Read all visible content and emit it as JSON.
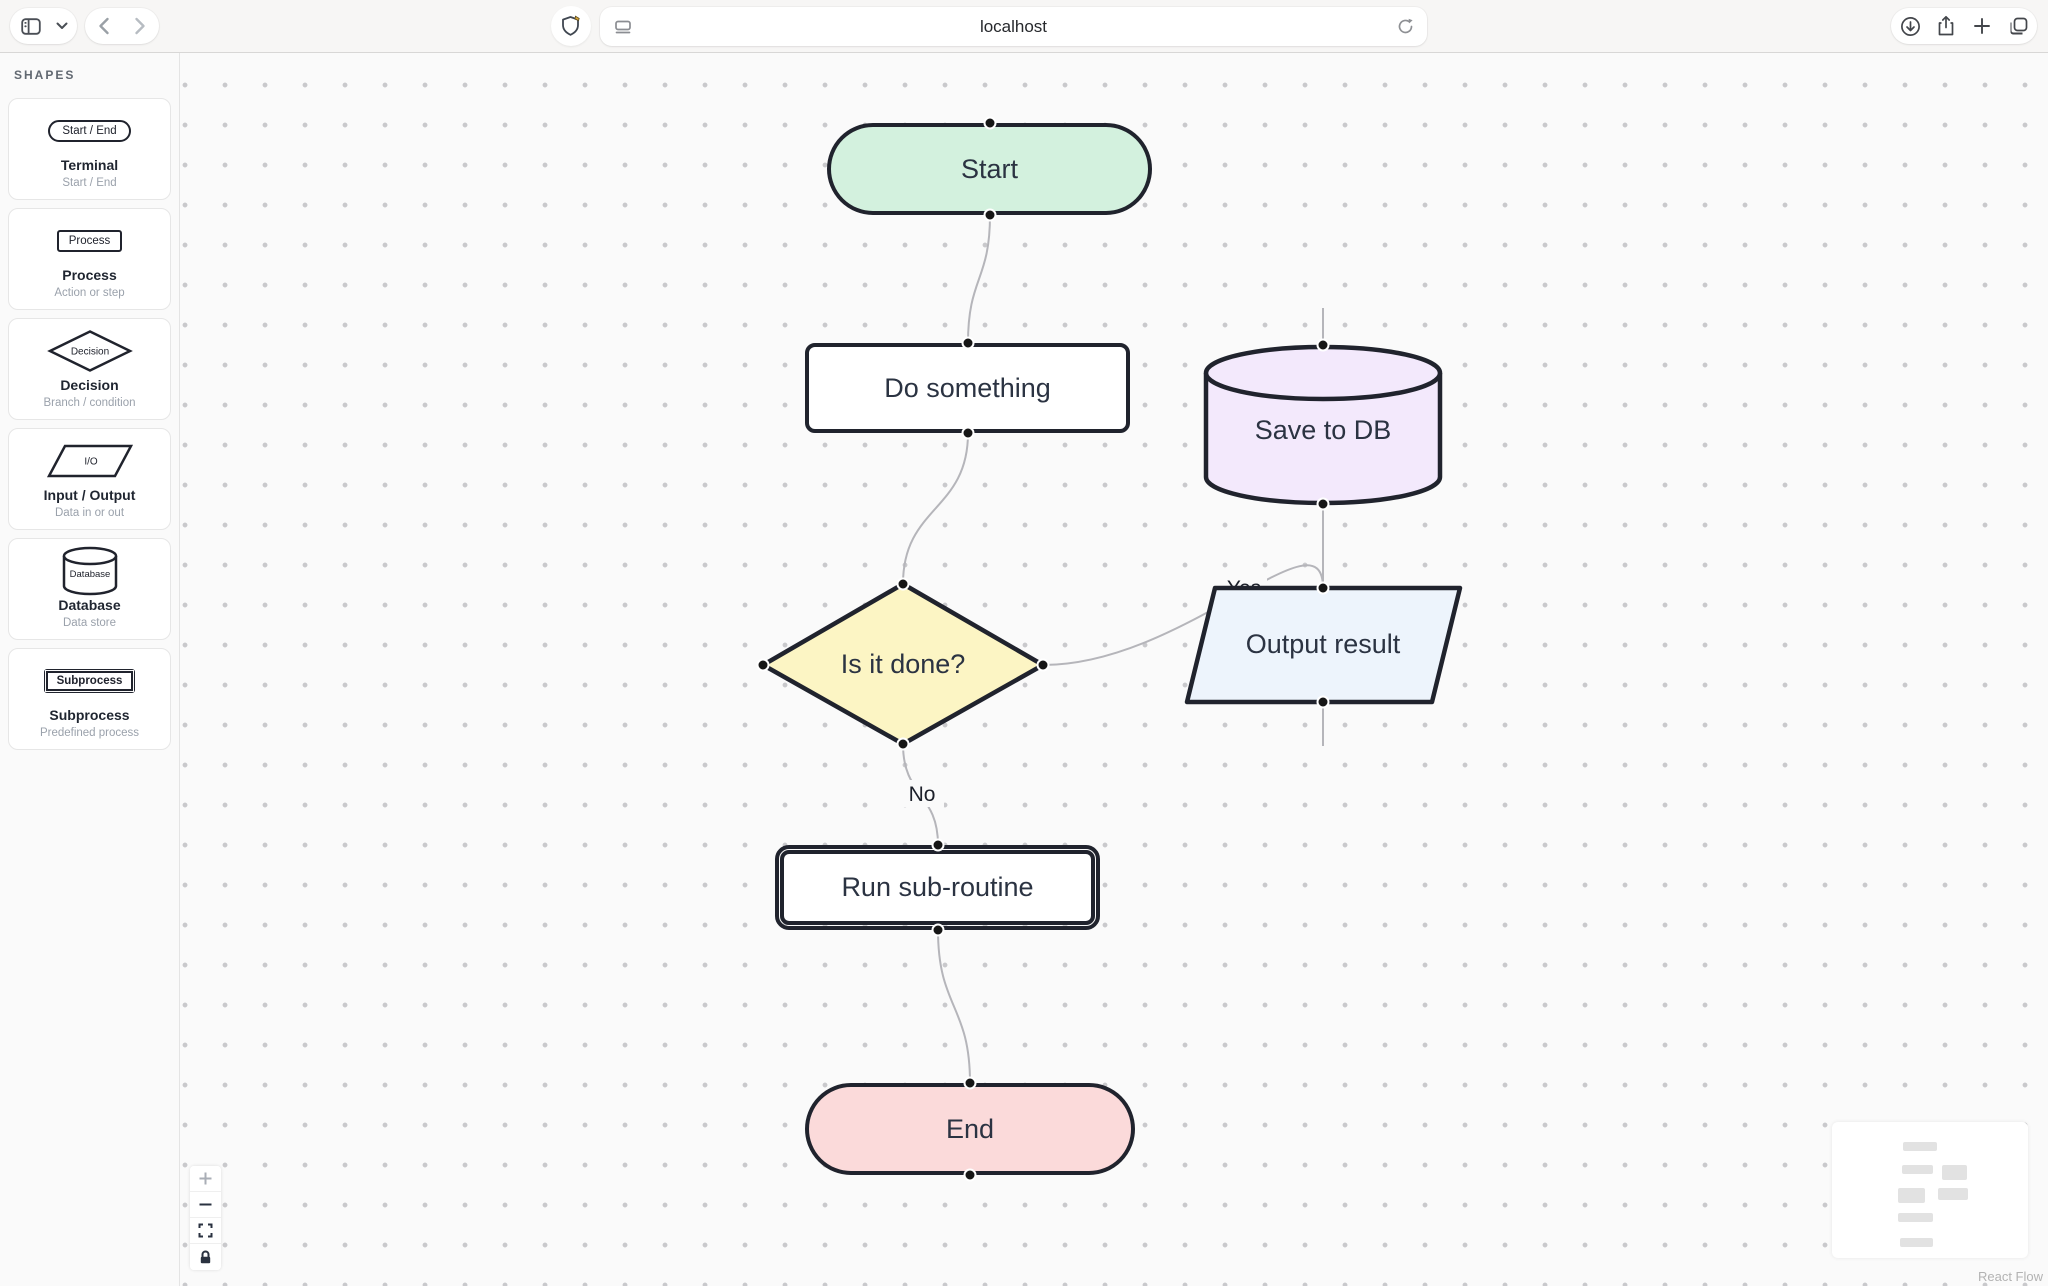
{
  "browser": {
    "url": "localhost",
    "icons": [
      "sidebar-toggle",
      "chevron-down",
      "back",
      "forward",
      "privacy-shield",
      "reader",
      "reload",
      "download",
      "share",
      "new-tab",
      "tab-overview"
    ]
  },
  "sidebar": {
    "title": "SHAPES",
    "items": [
      {
        "preview": "Start / End",
        "title": "Terminal",
        "subtitle": "Start / End"
      },
      {
        "preview": "Process",
        "title": "Process",
        "subtitle": "Action or step"
      },
      {
        "preview": "Decision",
        "title": "Decision",
        "subtitle": "Branch / condition"
      },
      {
        "preview": "I/O",
        "title": "Input / Output",
        "subtitle": "Data in or out"
      },
      {
        "preview": "Database",
        "title": "Database",
        "subtitle": "Data store"
      },
      {
        "preview": "Subprocess",
        "title": "Subprocess",
        "subtitle": "Predefined process"
      }
    ]
  },
  "flow": {
    "nodes": [
      {
        "id": "start",
        "type": "terminal",
        "label": "Start",
        "fill": "#d3f1de"
      },
      {
        "id": "do-something",
        "type": "process",
        "label": "Do something",
        "fill": "#ffffff"
      },
      {
        "id": "save-to-db",
        "type": "database",
        "label": "Save to DB",
        "fill": "#f3e9fc"
      },
      {
        "id": "is-it-done",
        "type": "decision",
        "label": "Is it done?",
        "fill": "#fcf5c4"
      },
      {
        "id": "output-result",
        "type": "io",
        "label": "Output result",
        "fill": "#edf4fc"
      },
      {
        "id": "run-sub-routine",
        "type": "subprocess",
        "label": "Run sub-routine",
        "fill": "#ffffff"
      },
      {
        "id": "end",
        "type": "terminal",
        "label": "End",
        "fill": "#fbdada"
      }
    ],
    "edges": [
      {
        "from": "start",
        "to": "do-something",
        "label": ""
      },
      {
        "from": "do-something",
        "to": "is-it-done",
        "label": ""
      },
      {
        "from": "is-it-done",
        "to": "output-result",
        "label": "Yes"
      },
      {
        "from": "is-it-done",
        "to": "run-sub-routine",
        "label": "No"
      },
      {
        "from": "output-result",
        "to": "save-to-db",
        "label": ""
      },
      {
        "from": "run-sub-routine",
        "to": "end",
        "label": ""
      }
    ],
    "edge_color": "#b5b5ba",
    "node_border_color": "#20232d",
    "node_text_color": "#2b3342",
    "canvas_bg": "#fafafa",
    "attribution": "React Flow"
  },
  "controls": [
    "zoom-in",
    "zoom-out",
    "fit-view",
    "lock"
  ]
}
